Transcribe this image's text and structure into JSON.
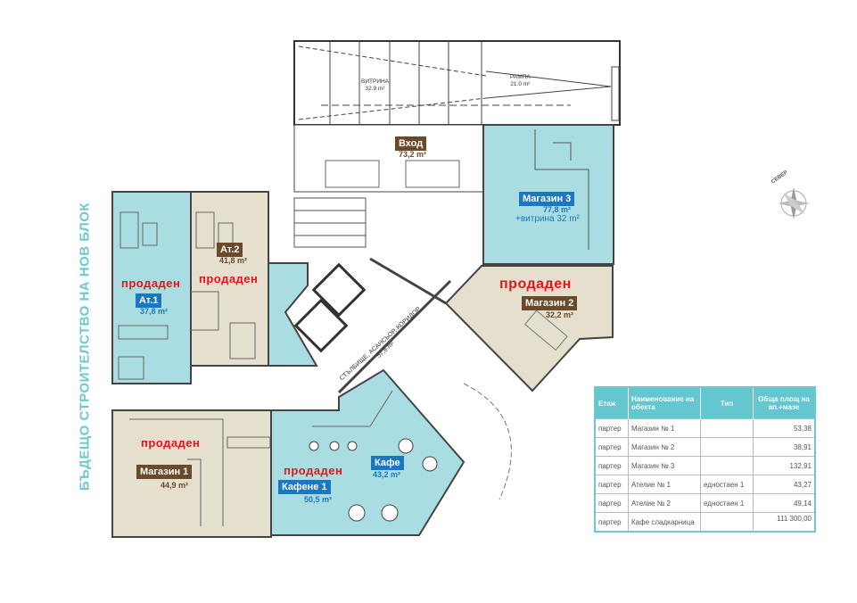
{
  "side_text": "БЪДЕЩО СТРОИТЕЛСТВО НА НОВ БЛОК",
  "compass_label": "СЕВЕР",
  "colors": {
    "teal_room": "#a9dde1",
    "beige_room": "#e5dfcd",
    "label_brown": "#6b4a2b",
    "label_blue": "#1b78c0",
    "sold_red": "#e8141c",
    "table_header": "#64c6ce"
  },
  "rooms": {
    "vitrina": {
      "name": "ВИТРИНА",
      "area": "32.9 m²"
    },
    "rampa": {
      "name": "РАМПА",
      "area": "21.0 m²"
    },
    "entrance": {
      "name": "Вход",
      "area": "73,2 m²"
    },
    "shop3": {
      "name": "Магазин 3",
      "area": "77,8 m²",
      "extra": "+витрина 32 m²"
    },
    "shop2": {
      "name": "Магазин 2",
      "area": "32,2 m²",
      "status": "продаден"
    },
    "at1": {
      "name": "Ат.1",
      "area": "37,8 m²",
      "status": "продаден"
    },
    "at2": {
      "name": "Ат.2",
      "area": "41,8 m²",
      "status": "продаден"
    },
    "shop1": {
      "name": "Магазин 1",
      "area": "44,9 m²",
      "status": "продаден"
    },
    "cafe1": {
      "name": "Кафене 1",
      "area": "50,5 m²",
      "status": "продаден"
    },
    "cafe": {
      "name": "Кафе",
      "area": "43,2 m²"
    },
    "corridor": {
      "name": "СТЪЛБИЩЕ, АСАНСЬОР, КОРИДОР",
      "area": "57,8 m²"
    }
  },
  "table": {
    "headers": [
      "Етаж",
      "Наименование на обекта",
      "Тип",
      "Обща площ на ап.+мазе"
    ],
    "rows": [
      [
        "партер",
        "Магазин № 1",
        "",
        "53,38"
      ],
      [
        "партер",
        "Магазин № 2",
        "",
        "38,91"
      ],
      [
        "партер",
        "Магазин № 3",
        "",
        "132,91"
      ],
      [
        "партер",
        "Ателие № 1",
        "едностаен 1",
        "43,27"
      ],
      [
        "партер",
        "Ателие № 2",
        "едностаен 1",
        "49,14"
      ],
      [
        "партер",
        "Кафе сладкарница",
        "",
        "111 300,00"
      ]
    ]
  }
}
